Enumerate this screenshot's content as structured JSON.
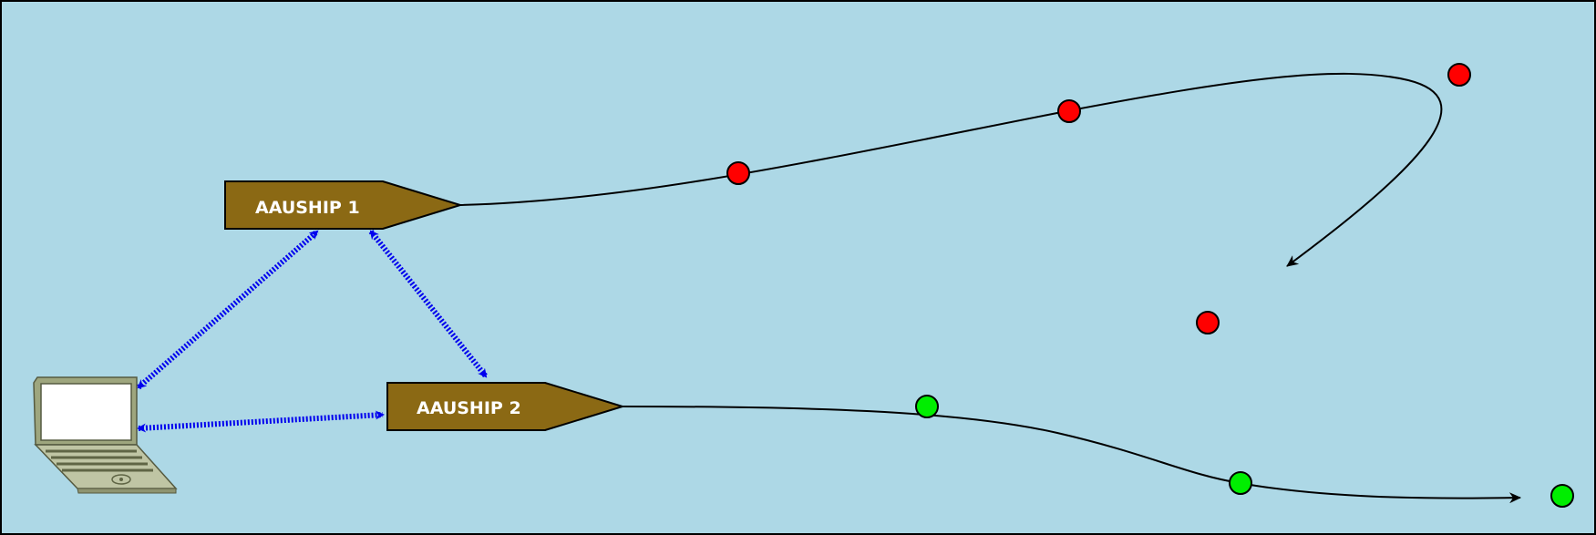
{
  "colors": {
    "background": "#add8e6",
    "border": "#000000",
    "ship_fill": "#8b6914",
    "ship_stroke": "#000000",
    "link_color": "#0000ee",
    "route_color": "#000000",
    "waypoint_ship1": "#ff0000",
    "waypoint_ship2": "#00ee00"
  },
  "ships": [
    {
      "label": "AAUSHIP 1",
      "waypoint_color": "red"
    },
    {
      "label": "AAUSHIP 2",
      "waypoint_color": "green"
    }
  ],
  "ground_station": {
    "icon": "laptop-icon"
  },
  "links": [
    {
      "from": "laptop",
      "to": "AAUSHIP 1",
      "style": "dotted-double-arrow"
    },
    {
      "from": "AAUSHIP 1",
      "to": "AAUSHIP 2",
      "style": "dotted-double-arrow"
    },
    {
      "from": "laptop",
      "to": "AAUSHIP 2",
      "style": "dotted-double-arrow"
    }
  ],
  "waypoints": {
    "ship1_count": 4,
    "ship2_count": 3
  }
}
